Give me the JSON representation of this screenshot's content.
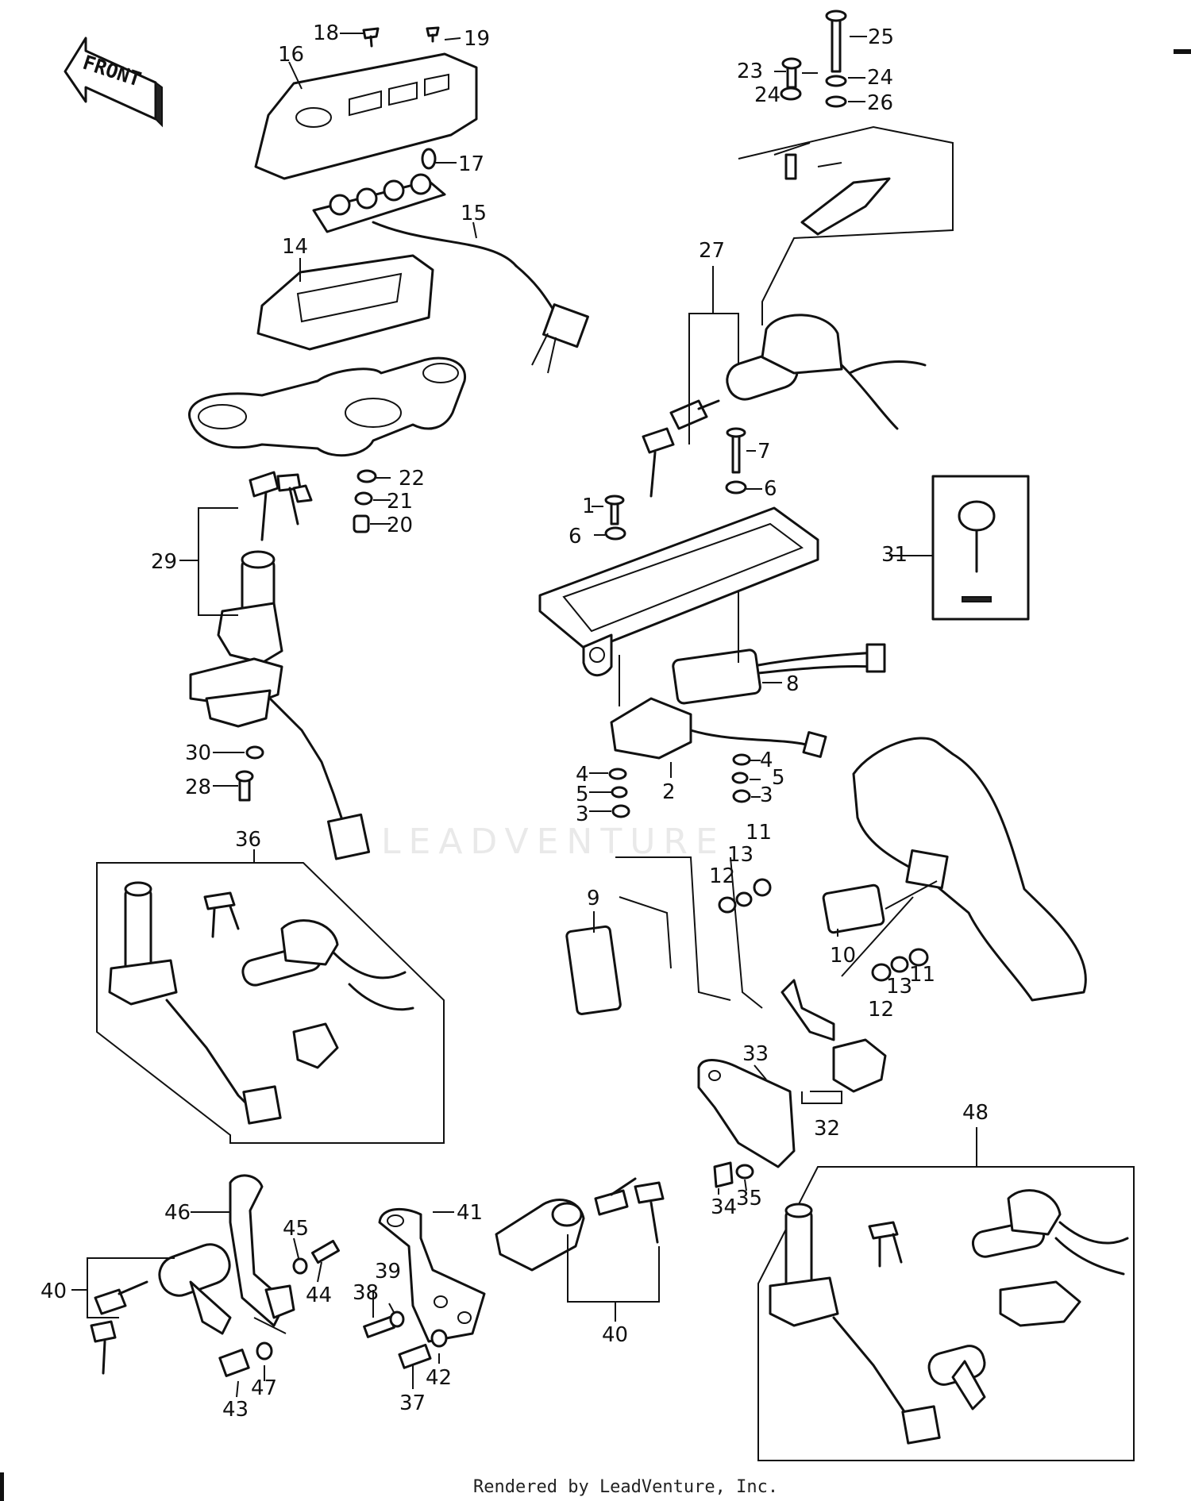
{
  "direction_label": "FRONT",
  "watermark": "LEADVENTURE",
  "footer": "Rendered by LeadVenture, Inc.",
  "callouts": [
    "1",
    "2",
    "3",
    "4",
    "5",
    "6",
    "7",
    "8",
    "9",
    "10",
    "11",
    "12",
    "13",
    "14",
    "15",
    "16",
    "17",
    "18",
    "19",
    "20",
    "21",
    "22",
    "23",
    "24",
    "25",
    "26",
    "27",
    "28",
    "29",
    "30",
    "31",
    "32",
    "33",
    "34",
    "35",
    "36",
    "37",
    "38",
    "39",
    "40",
    "41",
    "42",
    "43",
    "44",
    "45",
    "46",
    "47",
    "48"
  ]
}
